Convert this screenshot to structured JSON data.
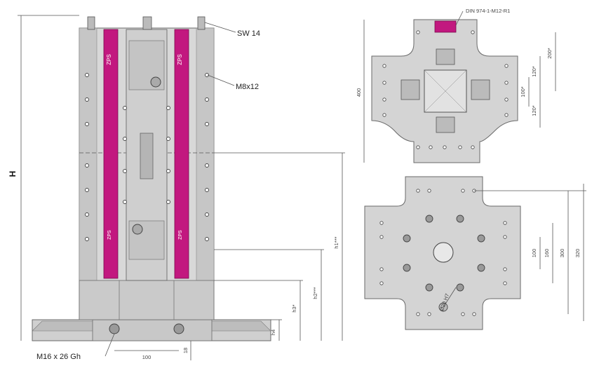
{
  "colors": {
    "accent_magenta": "#c2187f",
    "steel_light": "#d6d6d6",
    "steel_mid": "#bdbdbd",
    "steel_dark": "#8a8a8a",
    "outline": "#6a6a6a"
  },
  "side_view": {
    "dim_H": "H",
    "callout_sw": "SW 14",
    "callout_thread": "M8x12",
    "callout_bottom_thread": "M16 x 26 Gh",
    "dim_h1": "h1***",
    "dim_h2": "h2***",
    "dim_h3": "h3*",
    "dim_h4": "h4",
    "dim_18": "18",
    "dim_100": "100"
  },
  "top_view": {
    "callout_din": "DIN 974-1-M12-R1",
    "dim_400": "400",
    "dim_200": "200*",
    "dim_120_a": "120*",
    "dim_100": "100*",
    "dim_120_b": "120*"
  },
  "bottom_view": {
    "dim_100": "100",
    "dim_160": "160",
    "dim_300": "300",
    "dim_320": "320",
    "dim_dia": "Ø20 H7"
  }
}
